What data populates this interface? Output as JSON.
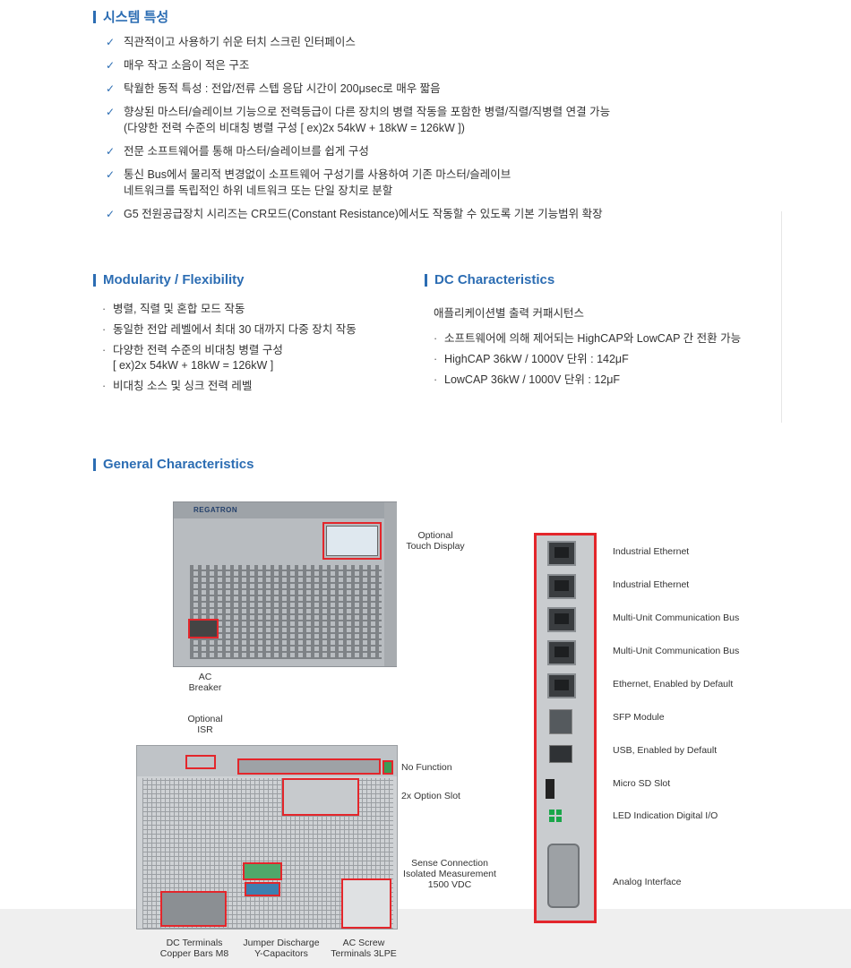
{
  "system_section": {
    "title": "시스템 특성",
    "items": [
      {
        "check": "✓",
        "lines": [
          "직관적이고 사용하기 쉬운 터치 스크린 인터페이스"
        ]
      },
      {
        "check": "✓",
        "lines": [
          "매우 작고 소음이 적은 구조"
        ]
      },
      {
        "check": "✓",
        "lines": [
          "탁월한 동적 특성 : 전압/전류 스텝 응답 시간이 200μsec로 매우 짧음"
        ]
      },
      {
        "check": "✓",
        "lines": [
          "향상된 마스터/슬레이브 기능으로 전력등급이 다른 장치의 병렬 작동을 포함한 병렬/직렬/직병렬 연결 가능",
          "(다양한 전력 수준의 비대칭 병렬 구성 [ ex)2x 54kW + 18kW = 126kW ])"
        ]
      },
      {
        "check": "✓",
        "lines": [
          "전문 소프트웨어를 통해 마스터/슬레이브를 쉽게 구성"
        ]
      },
      {
        "check": "✓",
        "lines": [
          "통신 Bus에서 물리적 변경없이 소프트웨어 구성기를 사용하여 기존 마스터/슬레이브",
          "네트워크를 독립적인 하위 네트워크 또는 단일 장치로 분할"
        ]
      },
      {
        "check": "✓",
        "lines": [
          "G5 전원공급장치 시리즈는 CR모드(Constant Resistance)에서도 작동할 수 있도록 기본 기능범위 확장"
        ]
      }
    ]
  },
  "modularity_section": {
    "title": "Modularity / Flexibility",
    "items": [
      {
        "dot": "·",
        "lines": [
          "병렬, 직렬 및 혼합 모드 작동"
        ]
      },
      {
        "dot": "·",
        "lines": [
          "동일한 전압 레벨에서 최대 30 대까지 다중 장치 작동"
        ]
      },
      {
        "dot": "·",
        "lines": [
          "다양한 전력 수준의 비대칭 병렬 구성",
          "[ ex)2x 54kW + 18kW = 126kW ]"
        ]
      },
      {
        "dot": "·",
        "lines": [
          "비대칭 소스 및 싱크 전력 레벨"
        ]
      }
    ]
  },
  "dc_section": {
    "title": "DC Characteristics",
    "subtitle": "애플리케이션별 출력 커패시턴스",
    "items": [
      {
        "dot": "·",
        "lines": [
          "소프트웨어에 의해 제어되는 HighCAP와 LowCAP 간 전환 가능"
        ]
      },
      {
        "dot": "·",
        "lines": [
          "HighCAP 36kW / 1000V 단위 : 142μF"
        ]
      },
      {
        "dot": "·",
        "lines": [
          "LowCAP 36kW / 1000V 단위 : 12μF"
        ]
      }
    ]
  },
  "general_section": {
    "title": "General Characteristics",
    "brand": "REGATRON",
    "front_labels": {
      "touch_display": [
        "Optional",
        "Touch Display"
      ],
      "ac_breaker": [
        "AC",
        "Breaker"
      ]
    },
    "rear_labels": {
      "optional_isr": [
        "Optional",
        "ISR"
      ],
      "no_function": "No Function",
      "option_slot": "2x Option Slot",
      "sense": [
        "Sense Connection",
        "Isolated Measurement",
        "1500 VDC"
      ],
      "dc_terminals": [
        "DC Terminals",
        "Copper Bars M8"
      ],
      "jumper": [
        "Jumper Discharge",
        "Y-Capacitors"
      ],
      "ac_screw": [
        "AC Screw",
        "Terminals 3LPE"
      ]
    },
    "io_labels": [
      "Industrial Ethernet",
      "Industrial Ethernet",
      "Multi-Unit Communication Bus",
      "Multi-Unit Communication Bus",
      "Ethernet, Enabled by Default",
      "SFP Module",
      "USB, Enabled by Default",
      "Micro SD Slot",
      "LED Indication Digital I/O",
      "Analog Interface"
    ],
    "colors": {
      "accent": "#2c6db3",
      "highlight": "#e3262b"
    }
  }
}
